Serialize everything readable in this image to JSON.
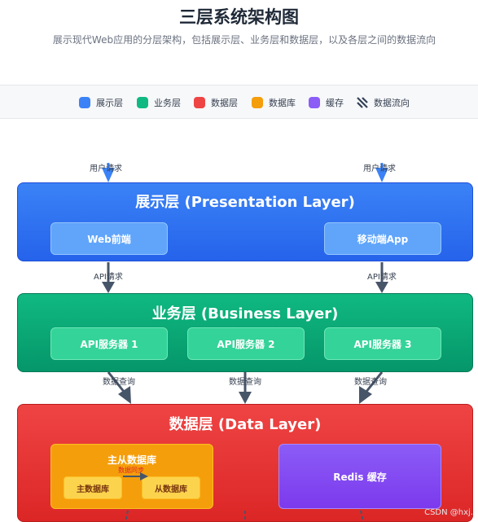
{
  "header": {
    "title": "三层系统架构图",
    "subtitle": "展示现代Web应用的分层架构，包括展示层、业务层和数据层，以及各层之间的数据流向"
  },
  "legend": [
    {
      "label": "展示层",
      "color": "#3b82f6"
    },
    {
      "label": "业务层",
      "color": "#10b981"
    },
    {
      "label": "数据层",
      "color": "#ef4444"
    },
    {
      "label": "数据库",
      "color": "#f59e0b"
    },
    {
      "label": "缓存",
      "color": "#8b5cf6"
    },
    {
      "label": "数据流向",
      "icon": "hatch-arrow-icon"
    }
  ],
  "layers": {
    "presentation": {
      "title": "展示层 (Presentation Layer)",
      "components": [
        "Web前端",
        "移动端App"
      ]
    },
    "business": {
      "title": "业务层 (Business Layer)",
      "components": [
        "API服务器 1",
        "API服务器 2",
        "API服务器 3"
      ]
    },
    "data": {
      "title": "数据层 (Data Layer)",
      "db_cluster": {
        "title": "主从数据库",
        "master": "主数据库",
        "slave": "从数据库",
        "sync_label": "数据同步"
      },
      "cache": "Redis 缓存"
    }
  },
  "flows": {
    "user_request_1": "用户请求",
    "user_request_2": "用户请求",
    "api_request_1": "API请求",
    "api_request_2": "API请求",
    "data_query_1": "数据查询",
    "data_query_2": "数据查询",
    "data_query_3": "数据查询"
  },
  "colors": {
    "arrow": "#475569",
    "user_arrow": "#3b82f6"
  },
  "watermark": "CSDN @hxj."
}
